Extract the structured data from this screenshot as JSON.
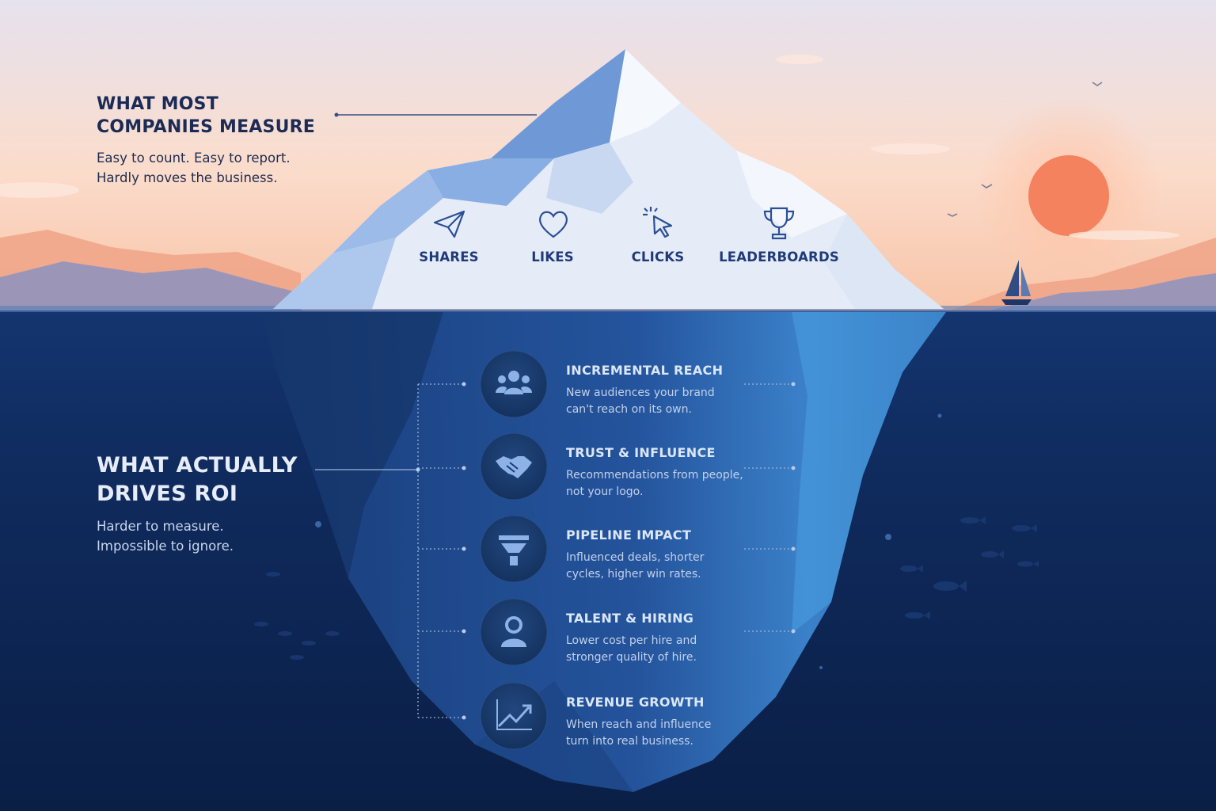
{
  "top": {
    "title": "WHAT MOST COMPANIES MEASURE",
    "subtitle_line1": "Easy to count. Easy to report.",
    "subtitle_line2": "Hardly moves the business."
  },
  "bottom": {
    "title_line1": "WHAT ACTUALLY",
    "title_line2": "DRIVES ROI",
    "subtitle_line1": "Harder to measure.",
    "subtitle_line2": "Impossible to ignore."
  },
  "surface_metrics": [
    {
      "label": "SHARES",
      "icon": "paper-plane-icon"
    },
    {
      "label": "LIKES",
      "icon": "heart-icon"
    },
    {
      "label": "CLICKS",
      "icon": "cursor-click-icon"
    },
    {
      "label": "LEADERBOARDS",
      "icon": "trophy-icon"
    }
  ],
  "drivers": [
    {
      "title": "INCREMENTAL REACH",
      "desc_line1": "New audiences your brand",
      "desc_line2": "can't reach on its own.",
      "icon": "people-group-icon"
    },
    {
      "title": "TRUST & INFLUENCE",
      "desc_line1": "Recommendations from people,",
      "desc_line2": "not your logo.",
      "icon": "handshake-icon"
    },
    {
      "title": "PIPELINE IMPACT",
      "desc_line1": "Influenced deals, shorter",
      "desc_line2": "cycles, higher win rates.",
      "icon": "funnel-icon"
    },
    {
      "title": "TALENT & HIRING",
      "desc_line1": "Lower cost per hire and",
      "desc_line2": "stronger quality of hire.",
      "icon": "person-badge-icon"
    },
    {
      "title": "REVENUE GROWTH",
      "desc_line1": "When reach and influence",
      "desc_line2": "turn into real business.",
      "icon": "trend-up-icon"
    }
  ],
  "colors": {
    "sky_top": "#e9e0ea",
    "sky_bottom": "#f6c6ad",
    "sun": "#f4825e",
    "deep_water": "#0d2550",
    "ice_light": "#e8eef9",
    "ice_shadow": "#6f98d6"
  }
}
